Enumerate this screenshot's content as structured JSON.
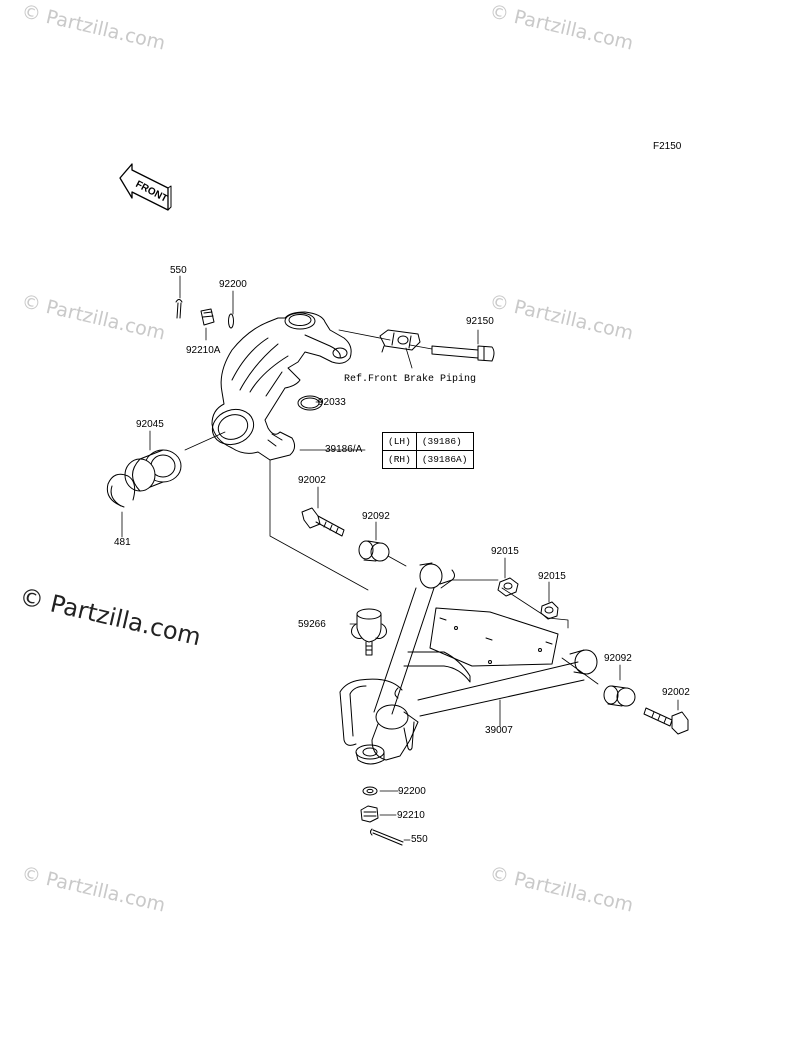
{
  "figure_code": "F2150",
  "front_label": "FRONT",
  "watermark_text": "© Partzilla.com",
  "ref_note": "Ref.Front Brake Piping",
  "parts": {
    "p550_top": "550",
    "p92200_top": "92200",
    "p92210a": "92210A",
    "p92150": "92150",
    "p92033": "92033",
    "p39186a": "39186/A",
    "p92045": "92045",
    "p481": "481",
    "p92002_left": "92002",
    "p92092_left": "92092",
    "p92015_a": "92015",
    "p92015_b": "92015",
    "p59266": "59266",
    "p92092_right": "92092",
    "p92002_right": "92002",
    "p39007": "39007",
    "p92200_bottom": "92200",
    "p92210": "92210",
    "p550_bottom": "550"
  },
  "side_table": [
    {
      "side": "(LH)",
      "part": "(39186)"
    },
    {
      "side": "(RH)",
      "part": "(39186A)"
    }
  ],
  "colors": {
    "line": "#000000",
    "watermark": "#c9c9c9"
  }
}
